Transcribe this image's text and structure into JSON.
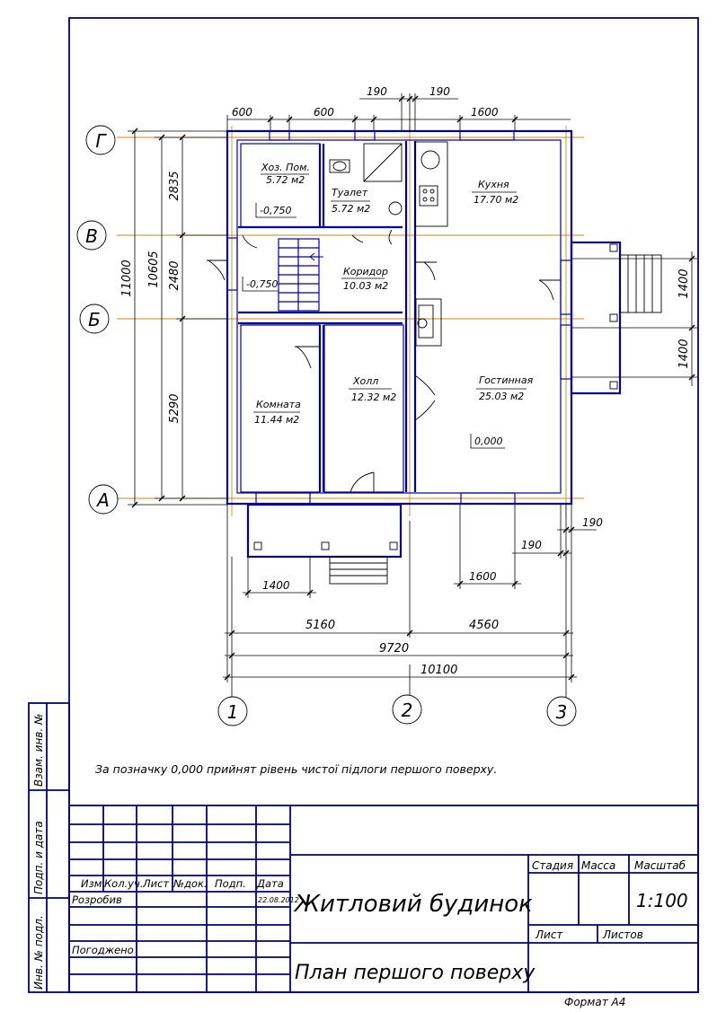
{
  "axes": {
    "letters": [
      "Г",
      "В",
      "Б",
      "А"
    ],
    "numbers": [
      "1",
      "2",
      "3"
    ]
  },
  "dimensions": {
    "top": [
      "600",
      "600",
      "190",
      "190",
      "1600"
    ],
    "left_overall": "11000",
    "left_inner": "10605",
    "left_segments": [
      "2835",
      "2480",
      "5290"
    ],
    "right_segments": [
      "1400",
      "1400"
    ],
    "bottom_porch": "1400",
    "bottom_window": "1600",
    "bottom_small": [
      "190",
      "190"
    ],
    "bottom_spans": [
      "5160",
      "4560"
    ],
    "bottom_total_1": "9720",
    "bottom_total_2": "10100"
  },
  "rooms": [
    {
      "name": "Хоз. Пом.",
      "area": "5.72 м2"
    },
    {
      "name": "Туалет",
      "area": "5.72 м2"
    },
    {
      "name": "Кухня",
      "area": "17.70 м2"
    },
    {
      "name": "Коридор",
      "area": "10.03 м2"
    },
    {
      "name": "Холл",
      "area": "12.32 м2"
    },
    {
      "name": "Гостинная",
      "area": "25.03 м2"
    },
    {
      "name": "Комната",
      "area": "11.44 м2"
    }
  ],
  "levels": [
    "-0,750",
    "-0,750",
    "0,000"
  ],
  "note": "За позначку 0,000 прийнят рівень чистої підлоги першого поверху.",
  "side_stamp": [
    "Инв. № подл.",
    "Подп. и дата",
    "Взам. инв. №"
  ],
  "title_block": {
    "header_cols": [
      "Изм",
      "Кол.уч.",
      "Лист",
      "№док.",
      "Подп.",
      "Дата"
    ],
    "roles": [
      "Розробив",
      "Погоджено"
    ],
    "date_value": "22.08.2012",
    "title": "Житловий будинок",
    "sheet_title": "План першого поверху",
    "stage_label": "Стадия",
    "mass_label": "Масса",
    "scale_label": "Масштаб",
    "scale_value": "1:100",
    "sheet_label": "Лист",
    "sheets_label": "Листов",
    "format": "Формат  А4"
  }
}
